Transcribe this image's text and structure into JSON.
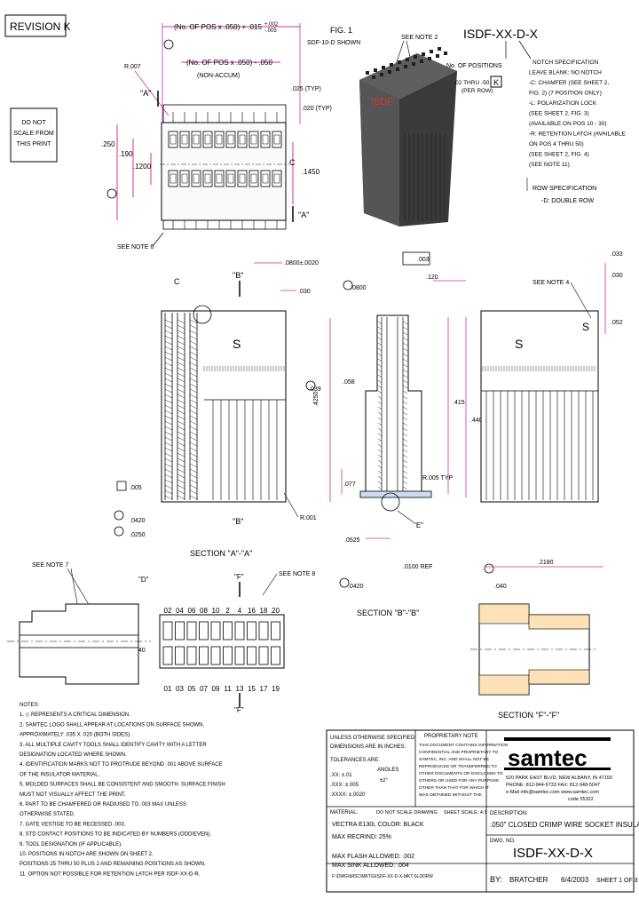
{
  "revision": "REVISION K",
  "fig_label": "FIG. 1",
  "fig_sub": "SDF-10-D SHOWN",
  "see_note_2_top": "SEE NOTE 2",
  "do_not_scale": [
    "DO NOT",
    "SCALE FROM",
    "THIS PRINT"
  ],
  "part_code": {
    "title": "ISDF-XX-D-X",
    "positions_title": "No. OF POSITIONS",
    "positions_range": [
      "-02 THRU -50",
      "(PER ROW)"
    ],
    "k_box": "K",
    "notch_lines": [
      "NOTCH SPECIFICATION",
      "LEAVE BLANK: NO NOTCH",
      "-C: CHAMFER (SEE SHEET 2,",
      "FIG. 2) (7 POSITION ONLY)",
      "-L: POLARIZATION LOCK",
      "(SEE SHEET 2, FIG. 3)",
      "(AVAILABLE ON POS 10 - 30)",
      "-R: RETENTION LATCH (AVAILABLE",
      "ON POS 4 THRU 50)",
      "(SEE SHEET 2, FIG. 4)",
      "(SEE NOTE 11)"
    ],
    "row_spec": [
      "ROW SPECIFICATION",
      "-D: DOUBLE ROW"
    ]
  },
  "top_view_dims": {
    "overall": "(No. OF POS x .050) + .015",
    "tol_plus": "+.002",
    "tol_minus": "-.005",
    "inner": "(No. OF POS x .050) - .050",
    "non_accum": "(NON-ACCUM)",
    "r007": "R.007",
    "a_upper": "\"A\"",
    "a_lower": "\"A\"",
    "d025_typ": ".025 (TYP)",
    "d020_typ": ".020 (TYP)",
    "d250": ".250",
    "d190": ".190",
    "d120": ".1200",
    "d1450": ".1450",
    "c_mark": "C",
    "see_note_6": "SEE NOTE 6"
  },
  "section_aa": {
    "title": "SECTION \"A\"-\"A\"",
    "b_top": "\"B\"",
    "b_bottom": "\"B\"",
    "c_mark": "C",
    "d0800": ".0800±.0020",
    "d030": ".030",
    "d005": ".005",
    "d0420": ".0420",
    "d0250": ".0250",
    "r001": "R.001"
  },
  "section_bb": {
    "title": "SECTION \"B\"-\"B\"",
    "flatness": ".003",
    "d0800": ".0800",
    "d039": ".039",
    "d058": ".058",
    "d4250": ".4250",
    "d415": ".415",
    "d440": ".440",
    "d120": ".120",
    "d077": ".077",
    "r005_typ": "R.005 TYP",
    "d0525": ".0525",
    "d010_ref": ".0100 REF",
    "d0420": ".0420",
    "e_mark": "\"E\""
  },
  "side_view": {
    "see_note_4": "SEE NOTE 4",
    "d033": ".033",
    "d030": ".030",
    "d052": ".052"
  },
  "section_ff": {
    "title": "SECTION \"F\"-\"F\"",
    "d2180": ".2180",
    "d040": ".040"
  },
  "front_view": {
    "see_note_7": "SEE NOTE 7",
    "see_note_8": "SEE NOTE 8",
    "d_mark": "\"D\"",
    "f_top": "\"F\"",
    "f_bottom": "\"F\"",
    "top_numbers": [
      "02",
      "04",
      "06",
      "08",
      "10",
      "2",
      "4",
      "16",
      "18",
      "20"
    ],
    "bottom_numbers": [
      "01",
      "03",
      "05",
      "07",
      "09",
      "11",
      "13",
      "15",
      "17",
      "19"
    ],
    "d040": ".040"
  },
  "notes": [
    "NOTES:",
    "1. ◇ REPRESENTS A CRITICAL DIMENSION.",
    "2. SAMTEC LOGO SHALL APPEAR AT LOCATIONS ON SURFACE SHOWN,",
    "   APPROXIMATELY .035 X .020 (BOTH SIDES).",
    "3. ALL MULTIPLE CAVITY TOOLS SHALL IDENTIFY CAVITY WITH A LETTER",
    "   DESIGNATION LOCATED WHERE SHOWN.",
    "4. IDENTIFICATION MARKS NOT TO PROTRUDE BEYOND .001 ABOVE SURFACE",
    "   OF THE INSULATOR MATERIAL.",
    "5. MOLDED SURFACES SHALL BE CONSISTENT AND SMOOTH. SURFACE FINISH",
    "   MUST NOT VISUALLY AFFECT THE PRINT.",
    "6. PART TO BE CHAMFERED OR RADIUSED TO .003 MAX UNLESS",
    "   OTHERWISE STATED.",
    "7. GATE VESTIGE TO BE RECESSED .003.",
    "8. STD CONTACT POSITIONS TO BE INDICATED BY NUMBERS (ODD/EVEN).",
    "9. TOOL DESIGNATION (IF APPLICABLE).",
    "10. POSITIONS IN NOTCH ARE SHOWN ON SHEET 2.",
    "    POSITIONS 25 THRU 50 PLUS 2 AND REMAINING POSITIONS AS SHOWN.",
    "11. OPTION NOT POSSIBLE FOR RETENTION LATCH PER ISDF-XX-D-R."
  ],
  "title_block": {
    "tolerances_title": "UNLESS OTHERWISE SPECIFIED,",
    "tolerances_sub": "DIMENSIONS ARE IN INCHES.",
    "tolerances_label": "TOLERANCES ARE:",
    "tol_rows": [
      ".XX: ±.01",
      ".XXX: ±.005",
      ".XXXX: ±.0020"
    ],
    "angles_label": "ANGLES",
    "angles_value": "±2°",
    "proprietary_title": "PROPRIETARY NOTE",
    "proprietary_lines": [
      "THIS DOCUMENT CONTAINS INFORMATION",
      "CONFIDENTIAL AND PROPRIETARY TO",
      "SAMTEC, INC. AND SHALL NOT BE",
      "REPRODUCED OR TRANSFERRED TO",
      "OTHER DOCUMENTS OR DISCLOSED TO",
      "OTHERS OR USED FOR ANY PURPOSE",
      "OTHER THAN THAT FOR WHICH IT",
      "WAS OBTAINED WITHOUT THE"
    ],
    "logo": "samtec",
    "address_lines": [
      "520 PARK EAST BLVD, NEW ALBANY, IN 47150",
      "PHONE: 812-944-6733  FAX: 812-948-5047",
      "e-Mail info@samtec.com  www.samtec.com",
      "code 55322"
    ],
    "material_label": "MATERIAL:",
    "material_lines": [
      "VECTRA E130i, COLOR: BLACK",
      "MAX RECRIND: 25%"
    ],
    "do_not_scale": "DO NOT SCALE DRAWING",
    "sheet_scale": "SHEET SCALE: 4:1",
    "description_label": "DESCRIPTION:",
    "description": ".050\" CLOSED CRIMP WIRE SOCKET INSULATOR",
    "flash_lines": [
      "MAX FLASH ALLOWED: .002",
      "MAX SINK ALLOWED: .004"
    ],
    "file_ref": "F:\\DWG\\MISC\\MKTG\\ISDF-XX-D-X-MKT.SLDDRW",
    "dwg_label": "DWG. NO.",
    "dwg_no": "ISDF-XX-D-X",
    "by_label": "BY:",
    "by_value": "BRATCHER",
    "date": "6/4/2003",
    "sheet": "SHEET 1 OF 3"
  }
}
